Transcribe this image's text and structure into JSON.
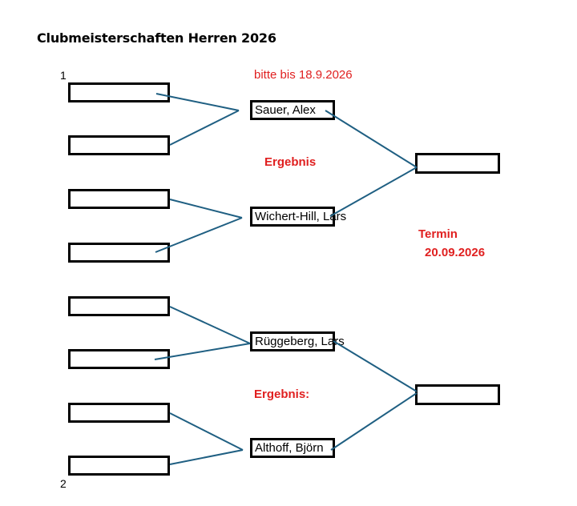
{
  "title": "Clubmeisterschaften Herren 2026",
  "seed_top": "1",
  "seed_bottom": "2",
  "deadline_note": "bitte bis 18.9.2026",
  "result_label_1": "Ergebnis",
  "result_label_2": "Ergebnis:",
  "termin_label": "Termin",
  "termin_date": "20.09.2026",
  "line_color": "#1f5f82",
  "accent_color": "#e02020",
  "round2": [
    {
      "name": "Sauer, Alex"
    },
    {
      "name": "Wichert-Hill, Lars"
    },
    {
      "name": "Rüggeberg, Lars"
    },
    {
      "name": "Althoff, Björn"
    }
  ]
}
